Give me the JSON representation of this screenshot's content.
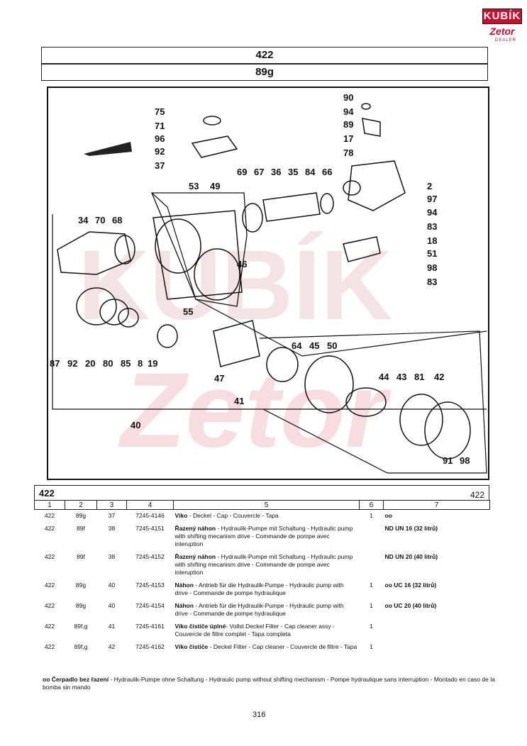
{
  "logo": {
    "brand_top": "KUBÍK",
    "brand_bottom": "Zetor",
    "brand_sub": "DEALER"
  },
  "header": {
    "model": "422",
    "group": "89g"
  },
  "diagram": {
    "callouts": [
      "90",
      "94",
      "89",
      "17",
      "78",
      "75",
      "71",
      "96",
      "92",
      "37",
      "53",
      "49",
      "69",
      "67",
      "36",
      "35",
      "84",
      "66",
      "2",
      "97",
      "94",
      "83",
      "18",
      "51",
      "98",
      "83",
      "34",
      "70",
      "68",
      "46",
      "55",
      "87",
      "92",
      "20",
      "80",
      "85",
      "8",
      "19",
      "64",
      "45",
      "50",
      "47",
      "44",
      "43",
      "81",
      "42",
      "41",
      "91",
      "98",
      "40"
    ]
  },
  "table": {
    "title_left": "422",
    "title_right": "422",
    "columns": [
      "1",
      "2",
      "3",
      "4",
      "5",
      "6",
      "7"
    ],
    "rows": [
      {
        "c1": "422",
        "c2": "89g",
        "c3": "37",
        "c4": "7245-4146",
        "c5_bold": "Víko",
        "c5": " - Deckel - Cap - Couvercle - Tapa",
        "c6": "1",
        "c7": "oo"
      },
      {
        "c1": "422",
        "c2": "89f",
        "c3": "38",
        "c4": "7245-4151",
        "c5_bold": "Řazený náhon",
        "c5": " - Hydraulik-Pumpe mit Schaltung - Hydraulic pump with shifting mecanism drive - Commande de pompe avec interuption",
        "c6": "",
        "c7": "ND UN 16 (32 litrů)"
      },
      {
        "c1": "422",
        "c2": "89f",
        "c3": "38",
        "c4": "7245-4152",
        "c5_bold": "Řazený náhon",
        "c5": " - Hydraulik-Pumpe mit Schaltung - Hydraulic pump with shifting mecanism drive - Commande de pompe avec interuption",
        "c6": "",
        "c7": "ND UN 20 (40 litrů)"
      },
      {
        "c1": "422",
        "c2": "89g",
        "c3": "40",
        "c4": "7245-4153",
        "c5_bold": "Náhon",
        "c5": " - Antrieb für die Hydraulik-Pumpe - Hydraulic pump with drive - Commande de pompe hydraulique",
        "c6": "1",
        "c7": "oo  UC 16 (32 litrů)"
      },
      {
        "c1": "422",
        "c2": "89g",
        "c3": "40",
        "c4": "7245-4154",
        "c5_bold": "Náhon",
        "c5": " - Antrieb für die Hydraulik-Pumpe - Hydraulic pump with drive - Commande de pompe hydraulique",
        "c6": "1",
        "c7": "oo  UC 20 (40 litrů)"
      },
      {
        "c1": "422",
        "c2": "89f,g",
        "c3": "41",
        "c4": "7245-4161",
        "c5_bold": "Víko čističe úplné",
        "c5": "- Vollst.Deckel Filter - Cap cleaner assy - Couvercle de filtre complet - Tapa completa",
        "c6": "1",
        "c7": ""
      },
      {
        "c1": "422",
        "c2": "89f,g",
        "c3": "42",
        "c4": "7245-4162",
        "c5_bold": "Víko čističe",
        "c5": " - Deckel Filter - Cap cleaner - Couvercle de filtre - Tapa",
        "c6": "1",
        "c7": ""
      }
    ]
  },
  "footnote": {
    "mark": "oo",
    "bold": "Čerpadlo bez řazení",
    "text": " - Hydraulik-Pumpe ohne Schaltung - Hydraulic pump without shifting mechanism - Pompe hydraulique sans interruption - Montado en caso de la bomba sin mando"
  },
  "page_number": "316",
  "colors": {
    "brand_red": "#c8102e",
    "ink": "#111111",
    "watermark": "#f6d6da"
  }
}
